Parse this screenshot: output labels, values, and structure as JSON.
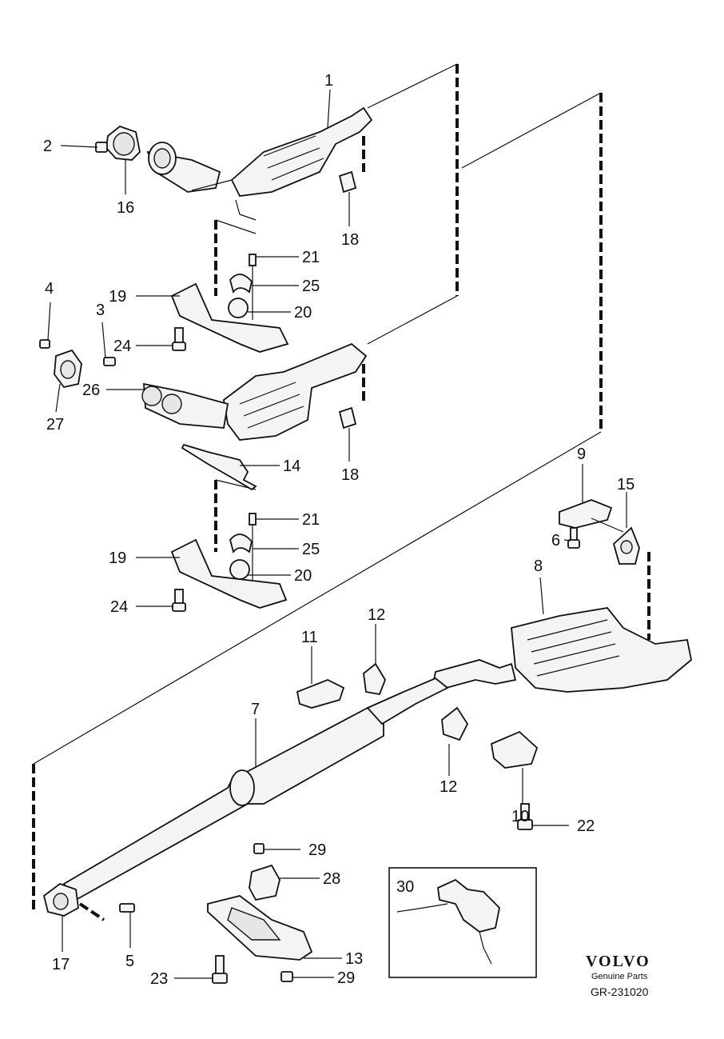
{
  "callouts": {
    "c1": "1",
    "c2": "2",
    "c3": "3",
    "c4": "4",
    "c5": "5",
    "c6": "6",
    "c7": "7",
    "c8": "8",
    "c9": "9",
    "c10": "10",
    "c11": "11",
    "c12a": "12",
    "c12b": "12",
    "c13": "13",
    "c14": "14",
    "c15": "15",
    "c16": "16",
    "c17": "17",
    "c18a": "18",
    "c18b": "18",
    "c19a": "19",
    "c19b": "19",
    "c20a": "20",
    "c20b": "20",
    "c21a": "21",
    "c21b": "21",
    "c22": "22",
    "c23": "23",
    "c24a": "24",
    "c24b": "24",
    "c25a": "25",
    "c25b": "25",
    "c26": "26",
    "c27": "27",
    "c28": "28",
    "c29a": "29",
    "c29b": "29",
    "c30": "30"
  },
  "branding": {
    "logo": "VOLVO",
    "subtitle": "Genuine Parts",
    "reference": "GR-231020"
  },
  "colors": {
    "line": "#111111",
    "fill": "#f4f4f4",
    "background": "#ffffff"
  }
}
